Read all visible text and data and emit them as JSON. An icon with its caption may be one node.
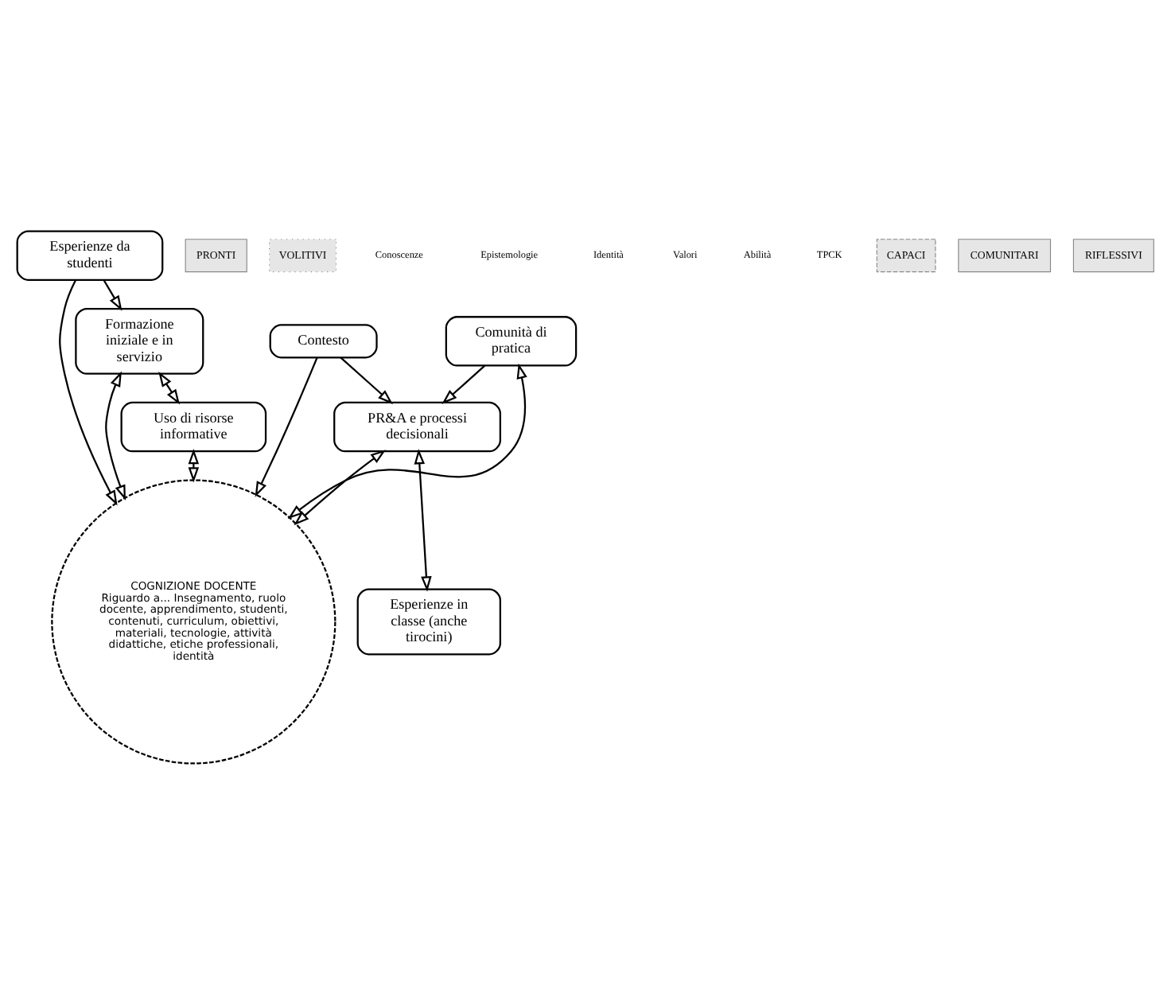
{
  "diagram": {
    "nodes": [
      {
        "text": [
          "Formazione iniziale e in servizio"
        ]
      },
      {
        "text": [
          "Esperienze da studenti"
        ]
      },
      {
        "text": [
          "Uso di risorse informative"
        ]
      },
      {
        "text": [
          "COGNIZIONE DOCENTE",
          "Riguardo a... Insegnamento, ruolo docente, apprendimento, studenti, contenuti, curriculum, obiettivi, materiali, tecnologie, attività didattiche, etiche professionali, identità"
        ]
      },
      {
        "text": [
          "Contesto"
        ]
      },
      {
        "text": [
          "Comunità di pratica"
        ]
      },
      {
        "text": [
          "PR&A e processi decisionali"
        ]
      },
      {
        "text": [
          "Esperienze in classe (anche tirocini)"
        ]
      }
    ],
    "edges": [
      {
        "from": 1,
        "to": 0,
        "arrow": "to"
      },
      {
        "from": 0,
        "to": 2,
        "arrow": "both"
      },
      {
        "from": 0,
        "to": 3,
        "arrow": "both"
      },
      {
        "from": 1,
        "to": 3,
        "arrow": "to"
      },
      {
        "from": 2,
        "to": 3,
        "arrow": "both"
      },
      {
        "from": 4,
        "to": 3,
        "arrow": "to"
      },
      {
        "from": 5,
        "to": 3,
        "arrow": "both"
      },
      {
        "from": 6,
        "to": 3,
        "arrow": "both"
      },
      {
        "from": 4,
        "to": 6,
        "arrow": "to"
      },
      {
        "from": 5,
        "to": 6,
        "arrow": "to"
      },
      {
        "from": 6,
        "to": 7,
        "arrow": "both"
      }
    ],
    "labels": [
      "PRONTI",
      "VOLITIVI",
      "Conoscenze",
      "Epistemologie",
      "Identità",
      "Valori",
      "Abilità",
      "TPCK",
      "CAPACI",
      "COMUNITARI",
      "RIFLESSIVI"
    ]
  }
}
